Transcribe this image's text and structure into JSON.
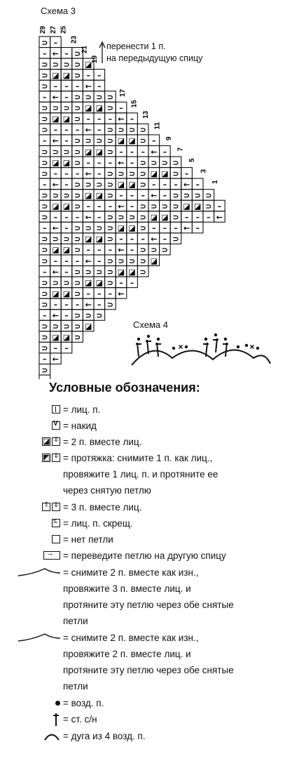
{
  "scheme3": {
    "title": "Схема 3",
    "note_line1": "перенести 1 п.",
    "note_line2": "на передыдущую спицу",
    "row_numbers_left": [
      "29",
      "27",
      "25",
      "23",
      "21",
      "19"
    ],
    "row_numbers_right": [
      "17",
      "15",
      "13",
      "11",
      "9",
      "7",
      "5",
      "3",
      "1"
    ]
  },
  "scheme4": {
    "title": "Схема 4"
  },
  "legend": {
    "title": "Условные обозначения:",
    "items": [
      {
        "symbol": "knit-icon",
        "text": "= лиц. п."
      },
      {
        "symbol": "yarn-over-icon",
        "text": "= накид"
      },
      {
        "symbol": "k2tog-icon",
        "text": "= 2 п. вместе лиц."
      },
      {
        "symbol": "skpo-icon",
        "text": "= протяжка: снимите 1 п. как лиц.,"
      },
      {
        "symbol": "",
        "text": "провяжите 1 лиц. п. и протяните ее"
      },
      {
        "symbol": "",
        "text": "через снятую петлю"
      },
      {
        "symbol": "k3tog-icon",
        "text": "= 3 п. вместе лиц."
      },
      {
        "symbol": "knit-twisted-icon",
        "text": "= лиц. п. скрещ."
      },
      {
        "symbol": "no-stitch-icon",
        "text": "= нет петли"
      },
      {
        "symbol": "transfer-stitch-icon",
        "text": "= переведите петлю на другую спицу"
      },
      {
        "symbol": "s2-k3-psso-icon",
        "text": "= снимите 2 п. вместе как изн.,"
      },
      {
        "symbol": "",
        "text": "провяжите 3 п. вместе лиц. и"
      },
      {
        "symbol": "",
        "text": "протяните эту петлю через обе снятые"
      },
      {
        "symbol": "",
        "text": "петли"
      },
      {
        "symbol": "s2-k2-psso-icon",
        "text": "= снимите 2 п. вместе как изн.,"
      },
      {
        "symbol": "",
        "text": "провяжите 2 п. вместе лиц. и"
      },
      {
        "symbol": "",
        "text": "протяните эту петлю через обе снятые"
      },
      {
        "symbol": "",
        "text": "петли"
      },
      {
        "symbol": "chain-icon",
        "text": "= возд. п."
      },
      {
        "symbol": "dc-icon",
        "text": "= ст. с/н"
      },
      {
        "symbol": "arc-icon",
        "text": "= дуга из 4 возд. п."
      }
    ]
  }
}
